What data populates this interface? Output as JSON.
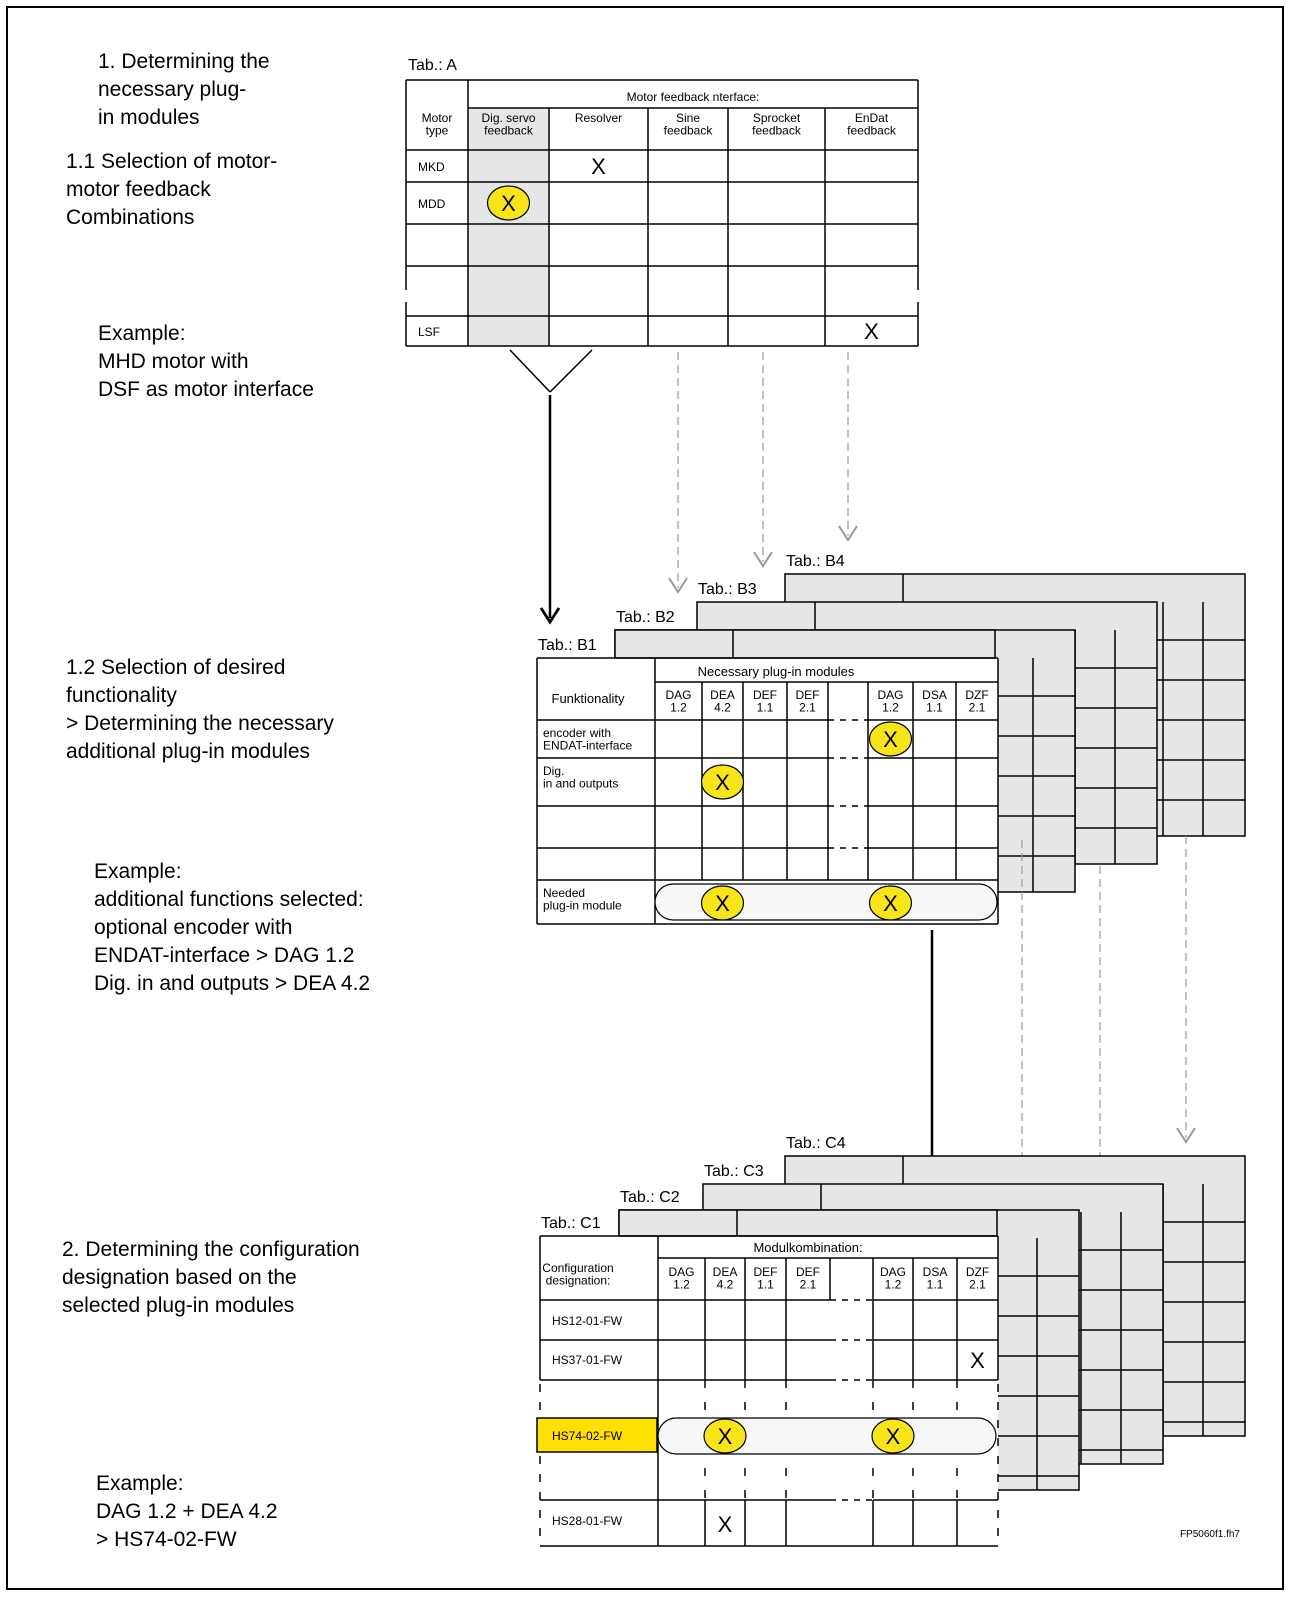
{
  "left_text": {
    "step1": "1. Determining the\n necessary plug-\n in modules",
    "step1_1": "1.1 Selection of motor-\n motor feedback\n Combinations",
    "example1": "Example:\nMHD motor with\nDSF as motor interface",
    "step1_2": "1.2 Selection of desired\n functionality\n > Determining the necessary\n additional plug-in modules",
    "example2": "Example:\n additional functions selected:\n optional encoder with\nENDAT-interface      > DAG 1.2\nDig. in and outputs  > DEA 4.2",
    "step2": "2. Determining the configuration\n designation based on the\n selected plug-in modules",
    "example3": "Example:\nDAG 1.2 + DEA 4.2\n> HS74-02-FW"
  },
  "tab_a": {
    "label": "Tab.:  A",
    "header": "Motor feedback nterface:",
    "motor_type": "Motor\ntype",
    "cols": [
      "Dig. servo\nfeedback",
      "Resolver",
      "Sine\nfeedback",
      "Sprocket\nfeedback",
      "EnDat\nfeedback"
    ],
    "rows": [
      "MKD",
      "MDD",
      "",
      "",
      "LSF"
    ],
    "marks": [
      {
        "row": 0,
        "col": 1,
        "circled": false
      },
      {
        "row": 1,
        "col": 0,
        "circled": true
      },
      {
        "row": 4,
        "col": 4,
        "circled": false
      }
    ],
    "mark": "X"
  },
  "tab_b": {
    "labels": [
      "Tab.: B1",
      "Tab.: B2",
      "Tab.: B3",
      "Tab.: B4"
    ],
    "header": "Necessary plug-in modules",
    "first_col": "Funktionality",
    "cols": [
      "DAG\n1.2",
      "DEA\n4.2",
      "DEF\n1.1",
      "DEF\n2.1",
      "",
      "DAG\n1.2",
      "DSA\n1.1",
      "DZF\n2.1"
    ],
    "rows": [
      "encoder with\nENDAT-interface",
      "Dig.\nin and outputs",
      "",
      "",
      "Needed\nplug-in module"
    ],
    "marks": [
      {
        "row": 0,
        "col": 5,
        "circled": true
      },
      {
        "row": 1,
        "col": 1,
        "circled": true
      },
      {
        "row": 4,
        "col": 1,
        "circled": true
      },
      {
        "row": 4,
        "col": 5,
        "circled": true
      }
    ],
    "mark": "X"
  },
  "tab_c": {
    "labels": [
      "Tab.: C1",
      "Tab.: C2",
      "Tab.: C3",
      "Tab.: C4"
    ],
    "header": "Modulkombination:",
    "first_col": "Configuration\ndesignation:",
    "cols": [
      "DAG\n1.2",
      "DEA\n4.2",
      "DEF\n1.1",
      "DEF\n2.1",
      "",
      "DAG\n1.2",
      "DSA\n1.1",
      "DZF\n2.1"
    ],
    "rows": [
      "HS12-01-FW",
      "HS37-01-FW",
      "",
      "HS74-02-FW",
      "",
      "HS28-01-FW"
    ],
    "highlight_row": 3,
    "marks": [
      {
        "row": 1,
        "col": 7,
        "circled": false
      },
      {
        "row": 3,
        "col": 1,
        "circled": true
      },
      {
        "row": 3,
        "col": 5,
        "circled": true
      },
      {
        "row": 5,
        "col": 1,
        "circled": false
      }
    ],
    "mark": "X"
  },
  "file_id": "FP5060f1.fh7",
  "colors": {
    "highlight": "#ffe000",
    "mark_fill": "#f7e51a",
    "shade": "#e6e6e6",
    "pill_fill": "#f7f7f7",
    "dash": "#999999"
  }
}
